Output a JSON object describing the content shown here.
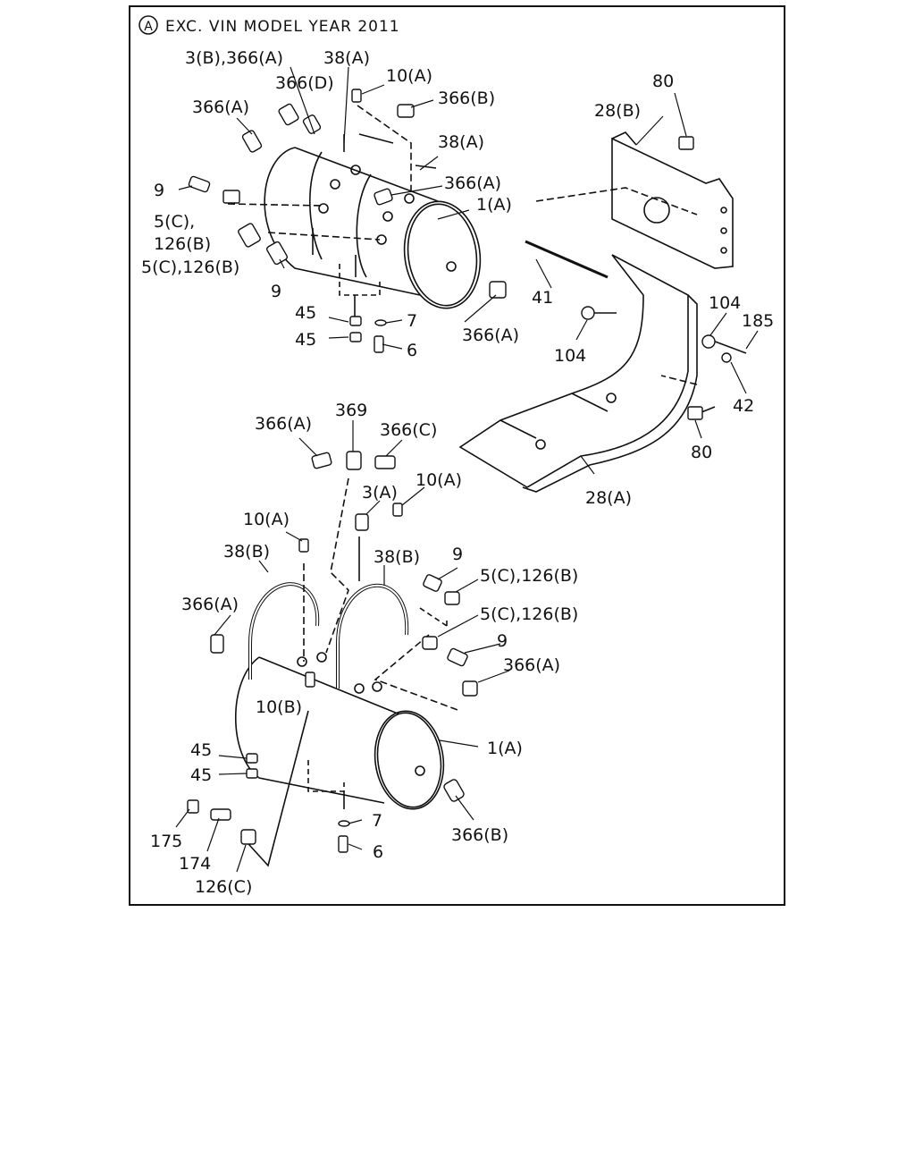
{
  "header": {
    "marker": "A",
    "text": "EXC. VIN MODEL YEAR 2011"
  },
  "labels": {
    "top_3b_366a": "3(B),366(A)",
    "top_38a_1": "38(A)",
    "top_10a": "10(A)",
    "top_366d": "366(D)",
    "top_366b": "366(B)",
    "top_366a_left": "366(A)",
    "top_38a_2": "38(A)",
    "top_9_left": "9",
    "top_366a_right": "366(A)",
    "top_1a": "1(A)",
    "top_5c_a": "5(C),",
    "top_126b_a": "126(B)",
    "top_5c_126b": "5(C),126(B)",
    "top_9_bottom": "9",
    "top_45_a": "45",
    "top_7": "7",
    "top_45_b": "45",
    "top_6": "6",
    "top_366a_bottom": "366(A)",
    "br_80_top": "80",
    "br_28b": "28(B)",
    "br_41": "41",
    "br_104_right": "104",
    "br_185": "185",
    "br_104_left": "104",
    "br_42": "42",
    "br_80_bottom": "80",
    "br_28a": "28(A)",
    "bt_366a_top": "366(A)",
    "bt_369": "369",
    "bt_366c": "366(C)",
    "bt_10a_right": "10(A)",
    "bt_3a": "3(A)",
    "bt_10a_left": "10(A)",
    "bt_38b_left": "38(B)",
    "bt_38b_right": "38(B)",
    "bt_9_top": "9",
    "bt_5c_126b_1": "5(C),126(B)",
    "bt_366a_left": "366(A)",
    "bt_5c_126b_2": "5(C),126(B)",
    "bt_9_mid": "9",
    "bt_366a_right": "366(A)",
    "bt_10b": "10(B)",
    "bt_1a": "1(A)",
    "bt_45_a": "45",
    "bt_45_b": "45",
    "bt_7": "7",
    "bt_366b": "366(B)",
    "bt_6": "6",
    "bt_175": "175",
    "bt_174": "174",
    "bt_126c": "126(C)"
  }
}
